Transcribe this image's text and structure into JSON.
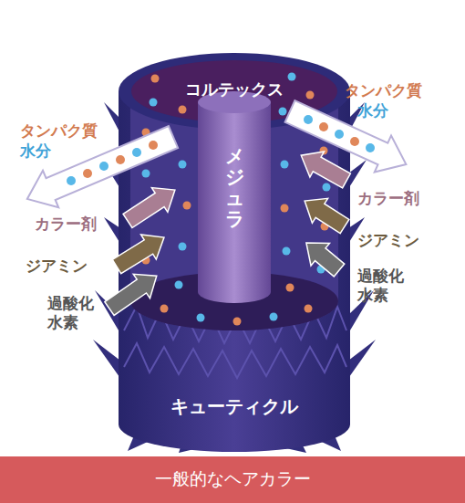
{
  "diagram": {
    "caption": "一般的なヘアカラー",
    "labels": [
      "コルテックス",
      "タンパク質",
      "水分",
      "タンパク質",
      "水分",
      "メジュラ",
      "カラー剤",
      "ジアミン",
      "過酸化 水素",
      "カラー剤",
      "ジアミン",
      "過酸化 水素",
      "キューティクル"
    ]
  }
}
